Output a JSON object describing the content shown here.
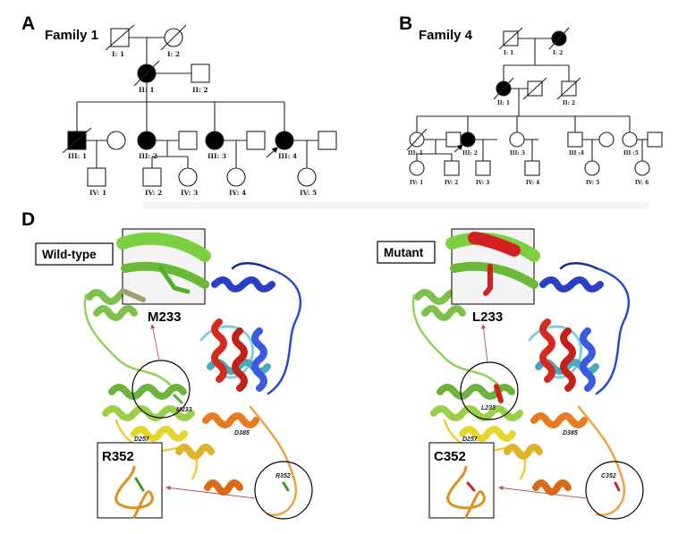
{
  "panels": {
    "a": {
      "letter": "A",
      "title": "Family 1",
      "ids": [
        "I: 1",
        "I: 2",
        "II: 1",
        "II: 2",
        "III: 1",
        "III: 2",
        "III: 3",
        "III: 4",
        "IV: 1",
        "IV: 2",
        "IV: 3",
        "IV: 4",
        "IV: 5"
      ]
    },
    "b": {
      "letter": "B",
      "title": "Family  4",
      "ids": [
        "I: 1",
        "I: 2",
        "II: 1",
        "II: 2",
        "III: 1",
        "III: 2",
        "III: 3",
        "III :4",
        "III :5",
        "IV: 1",
        "IV: 2",
        "IV: 3",
        "IV: 4",
        "IV: 5",
        "IV: 6"
      ]
    },
    "d": {
      "letter": "D",
      "wild": {
        "label": "Wild-type",
        "top_res": "M233",
        "bottom_res": "R352",
        "site_small": "M233",
        "d257": "D257",
        "d385": "D385",
        "r352_small": "R352"
      },
      "mutant": {
        "label": "Mutant",
        "top_res": "L233",
        "bottom_res": "C352",
        "site_small": "L233",
        "d257": "D257",
        "d385": "D385",
        "c352_small": "C352"
      }
    }
  },
  "colors": {
    "affected": "#000000",
    "wild_highlight": "#5fbf3a",
    "mutant_highlight": "#d42020",
    "arrow": "#c0504d"
  }
}
